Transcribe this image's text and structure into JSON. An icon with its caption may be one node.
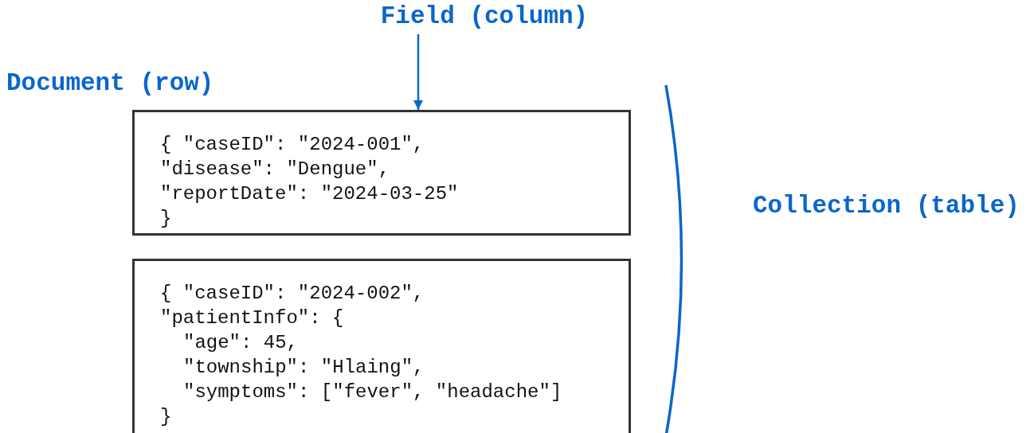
{
  "diagram": {
    "nodes": [
      {
        "text": [
          "Field (column)"
        ]
      },
      {
        "text": [
          "{ \"caseID\": \"2024-001\",",
          "\"disease\": \"Dengue\",",
          "\"reportDate\": \"2024-03-25\"",
          "}"
        ]
      },
      {
        "text": [
          "{ \"caseID\": \"2024-002\",",
          "\"patientInfo\": {",
          "\"age\": 45,",
          "\"township\": \"Hlaing\",",
          "\"symptoms\": [\"fever\", \"headache\"]",
          "}"
        ]
      }
    ],
    "edges": [
      {
        "from": 0,
        "to": 1,
        "arrow": "to"
      }
    ],
    "labels": [
      "Document (row)",
      "Collection (table)"
    ]
  }
}
